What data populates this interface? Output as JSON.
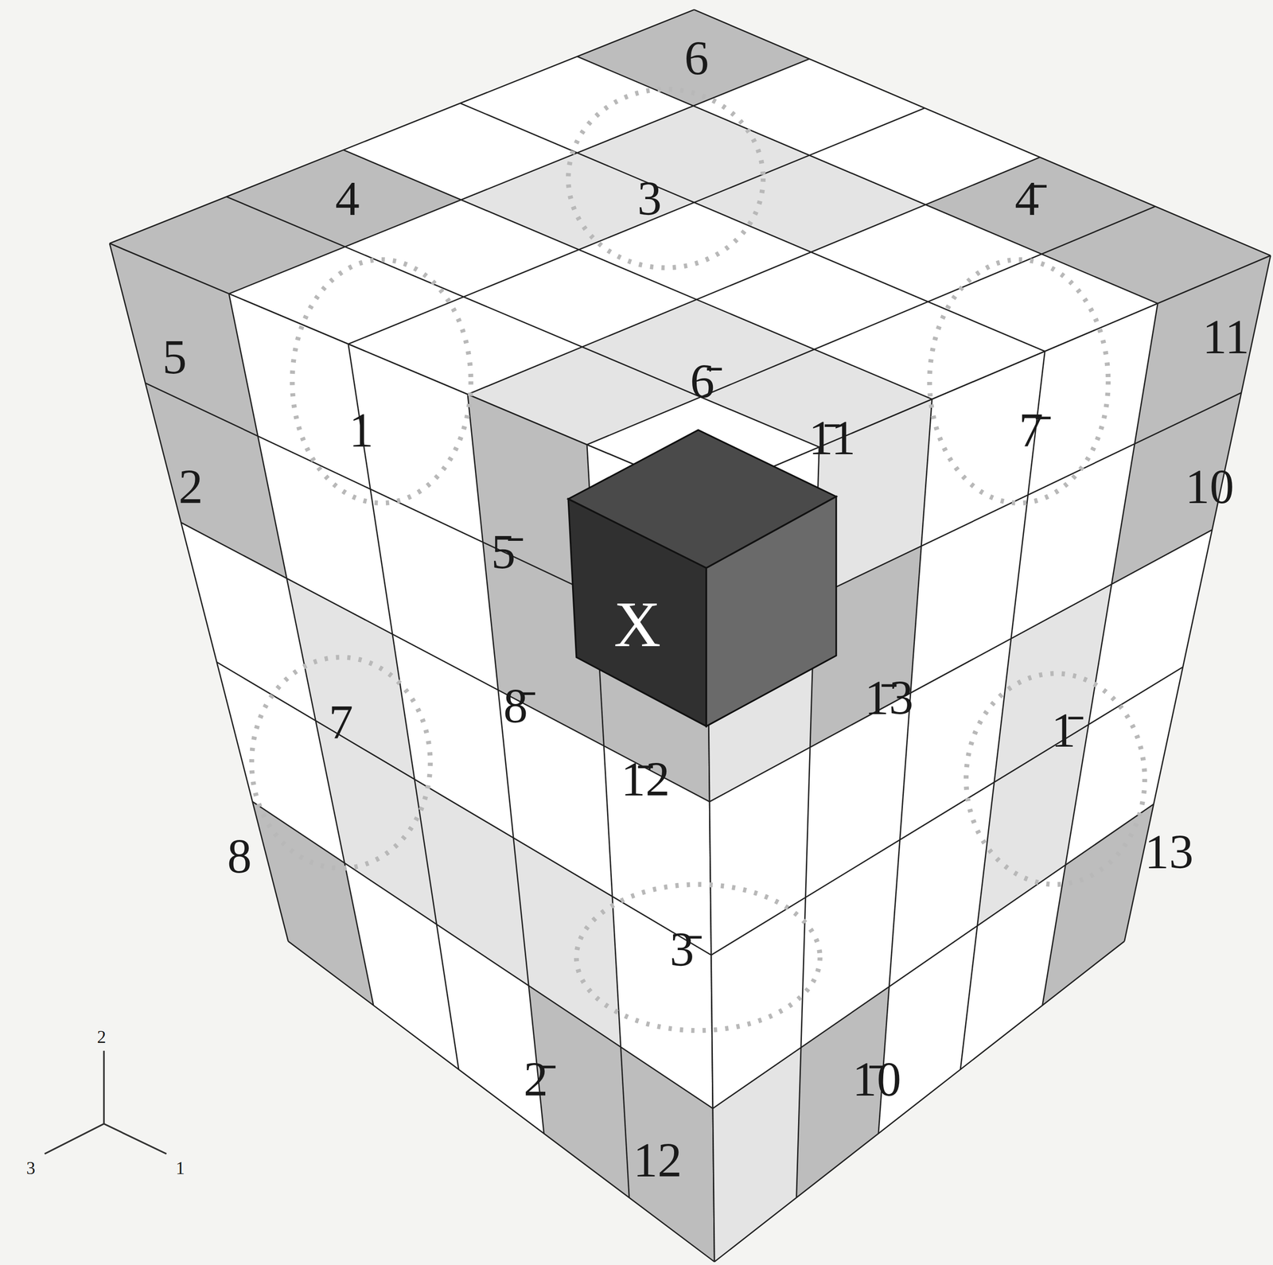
{
  "diagram": {
    "labels": [
      "6",
      "4",
      "3",
      "4̄",
      "5",
      "11",
      "1",
      "6̄",
      "1̄1",
      "7̄",
      "2",
      "10",
      "5̄",
      "X",
      "8̄",
      "1̄3",
      "7",
      "1̄2",
      "1̄",
      "8",
      "13",
      "3̄",
      "2̄",
      "1̄0",
      "12",
      "2",
      "3",
      "1"
    ]
  }
}
